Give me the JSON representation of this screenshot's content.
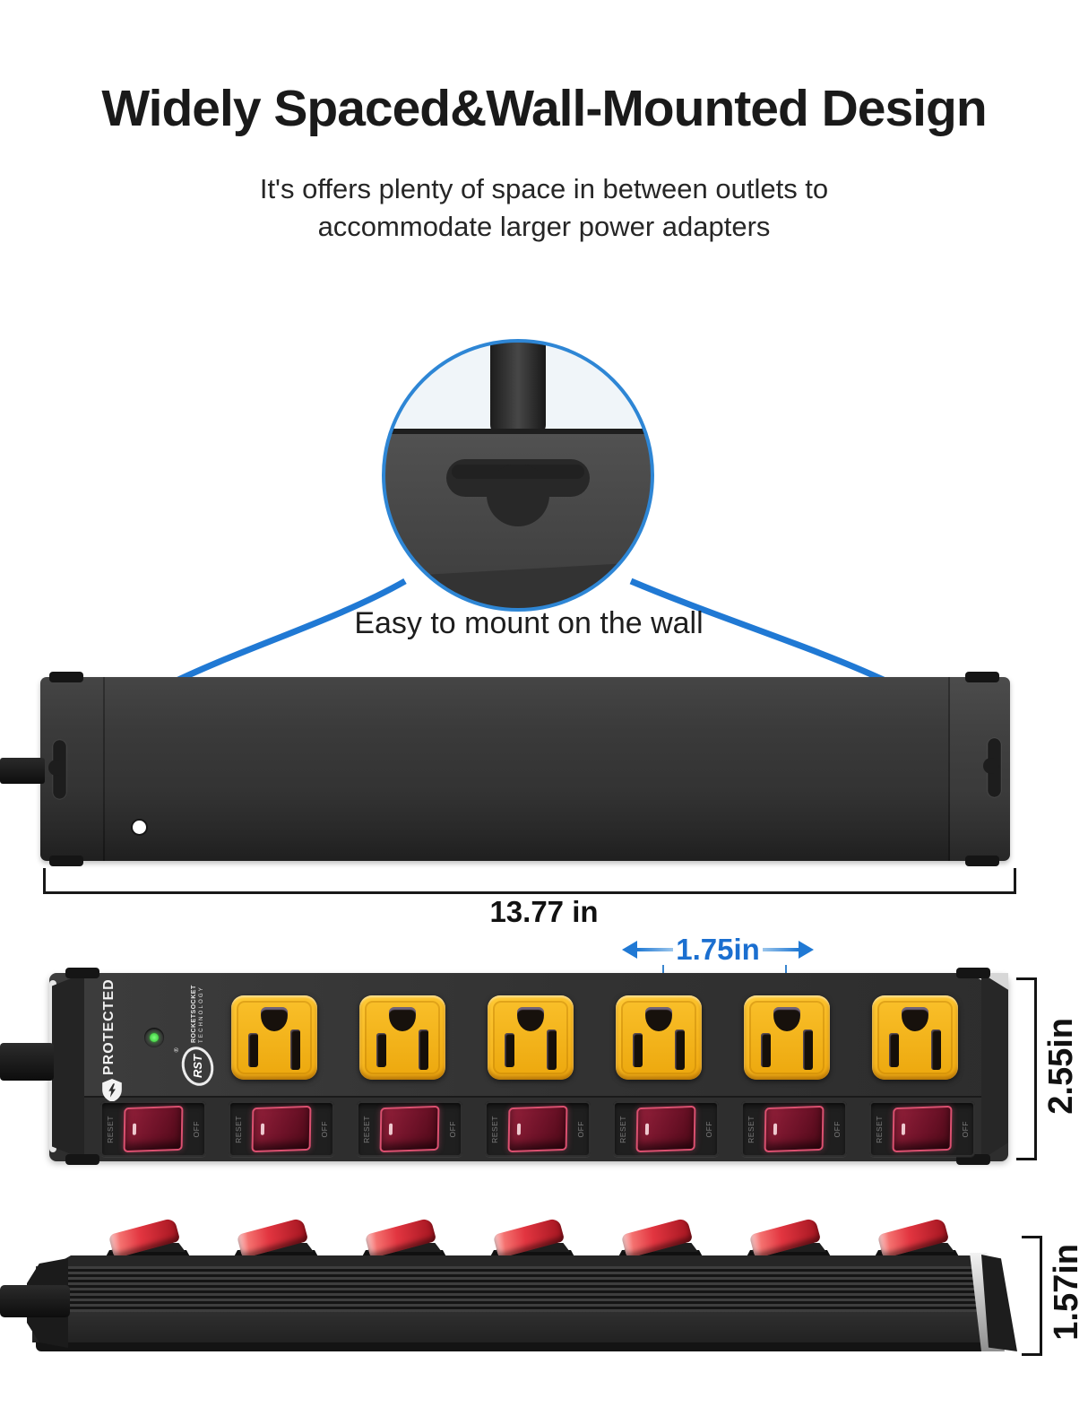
{
  "header": {
    "title": "Widely Spaced&Wall-Mounted Design",
    "subtitle_line1": "It's offers plenty of space in between outlets to",
    "subtitle_line2": "accommodate larger power adapters"
  },
  "callout": {
    "label": "Easy to mount on the wall"
  },
  "dimensions": {
    "width": "13.77 in",
    "outlet_spacing": "1.75in",
    "height": "2.55in",
    "depth": "1.57in"
  },
  "front_view": {
    "protected_label": "PROTECTED",
    "brand": {
      "abbr": "RST",
      "reg": "®",
      "line1": "ROCKETSOCKET",
      "line2": "TECHNOLOGY"
    },
    "outlet_count": 6,
    "switches": [
      {
        "reset_label": "RESET",
        "off_label": "OFF"
      },
      {
        "reset_label": "RESET",
        "off_label": "OFF"
      },
      {
        "reset_label": "RESET",
        "off_label": "OFF"
      },
      {
        "reset_label": "RESET",
        "off_label": "OFF"
      },
      {
        "reset_label": "RESET",
        "off_label": "OFF"
      },
      {
        "reset_label": "RESET",
        "off_label": "OFF"
      },
      {
        "reset_label": "RESET",
        "off_label": "OFF"
      }
    ]
  },
  "side_view": {
    "switch_count": 7
  },
  "icons": {
    "shield": "shield-lightning-icon",
    "keyhole": "keyhole-slot-icon",
    "arrow": "curved-arrow-icon",
    "led": "protected-led-icon"
  },
  "colors": {
    "accent_blue": "#2079d4",
    "outlet_yellow": "#f7bb21",
    "switch_red": "#c22743",
    "led_green": "#3ed13e",
    "body_dark": "#333333",
    "silver": "#d9d9d9"
  }
}
